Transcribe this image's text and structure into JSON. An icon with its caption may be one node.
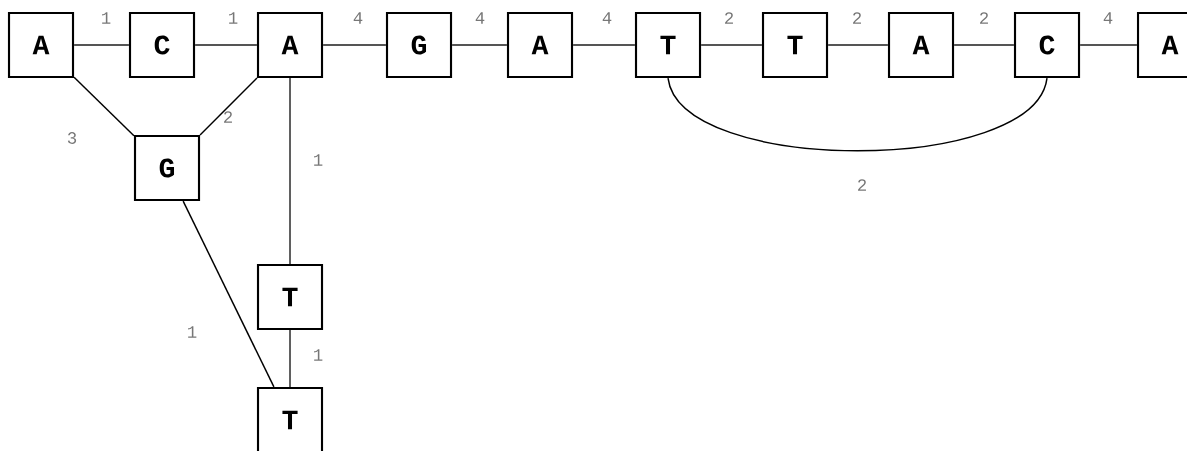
{
  "diagram": {
    "nodes": [
      {
        "text": [
          "A"
        ]
      },
      {
        "text": [
          "C"
        ]
      },
      {
        "text": [
          "A"
        ]
      },
      {
        "text": [
          "G"
        ]
      },
      {
        "text": [
          "A"
        ]
      },
      {
        "text": [
          "T"
        ]
      },
      {
        "text": [
          "T"
        ]
      },
      {
        "text": [
          "A"
        ]
      },
      {
        "text": [
          "C"
        ]
      },
      {
        "text": [
          "A"
        ]
      },
      {
        "text": [
          "G"
        ]
      },
      {
        "text": [
          "T"
        ]
      },
      {
        "text": [
          "T"
        ]
      }
    ],
    "edges": [
      {
        "from": 0,
        "to": 1,
        "arrow": "none",
        "label": "1"
      },
      {
        "from": 1,
        "to": 2,
        "arrow": "none",
        "label": "1"
      },
      {
        "from": 2,
        "to": 3,
        "arrow": "none",
        "label": "4"
      },
      {
        "from": 3,
        "to": 4,
        "arrow": "none",
        "label": "4"
      },
      {
        "from": 4,
        "to": 5,
        "arrow": "none",
        "label": "4"
      },
      {
        "from": 5,
        "to": 6,
        "arrow": "none",
        "label": "2"
      },
      {
        "from": 6,
        "to": 7,
        "arrow": "none",
        "label": "2"
      },
      {
        "from": 7,
        "to": 8,
        "arrow": "none",
        "label": "2"
      },
      {
        "from": 8,
        "to": 9,
        "arrow": "none",
        "label": "4"
      },
      {
        "from": 0,
        "to": 10,
        "arrow": "none",
        "label": "3",
        "color": "#000000"
      },
      {
        "from": 10,
        "to": 2,
        "arrow": "none",
        "label": "2",
        "color": "#000000"
      },
      {
        "from": 2,
        "to": 11,
        "arrow": "none",
        "label": "1"
      },
      {
        "from": 10,
        "to": 12,
        "arrow": "none",
        "label": "1",
        "color": "#000000"
      },
      {
        "from": 11,
        "to": 12,
        "arrow": "none",
        "label": "1"
      },
      {
        "from": 5,
        "to": 8,
        "arrow": "none",
        "label": "2",
        "color": "#000000"
      }
    ]
  }
}
